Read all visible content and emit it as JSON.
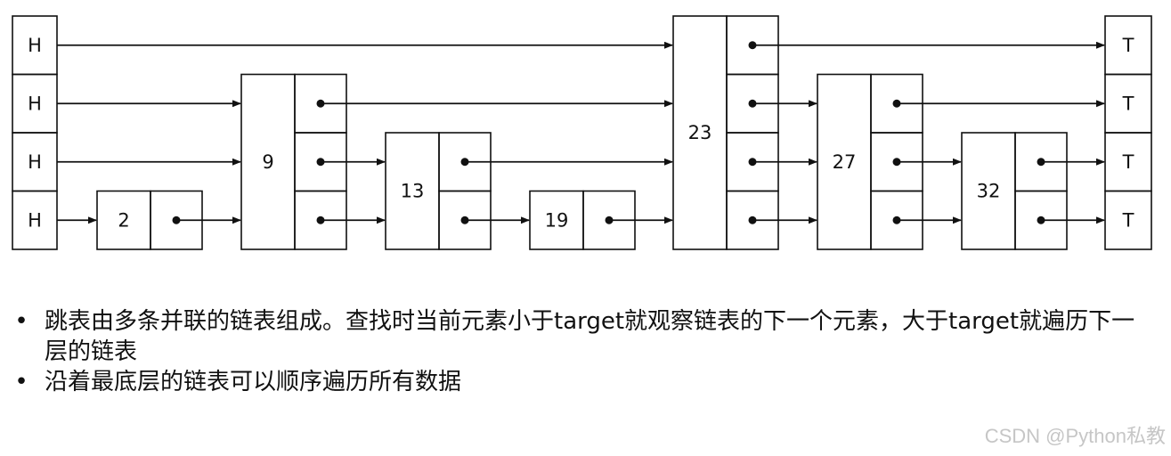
{
  "skip_list": {
    "head_label": "H",
    "tail_label": "T",
    "levels": 4,
    "nodes": [
      {
        "value": "2",
        "levels": 1
      },
      {
        "value": "9",
        "levels": 3
      },
      {
        "value": "13",
        "levels": 2
      },
      {
        "value": "19",
        "levels": 1
      },
      {
        "value": "23",
        "levels": 4
      },
      {
        "value": "27",
        "levels": 3
      },
      {
        "value": "32",
        "levels": 2
      }
    ]
  },
  "bullets": [
    {
      "marker": "•",
      "text": "跳表由多条并联的链表组成。查找时当前元素小于target就观察链表的下一个元素，大于target就遍历下一层的链表"
    },
    {
      "marker": "•",
      "text": "沿着最底层的链表可以顺序遍历所有数据"
    }
  ],
  "watermark": "CSDN @Python私教",
  "colors": {
    "line": "#111111",
    "background": "#ffffff",
    "watermark": "#c6c6c6"
  }
}
